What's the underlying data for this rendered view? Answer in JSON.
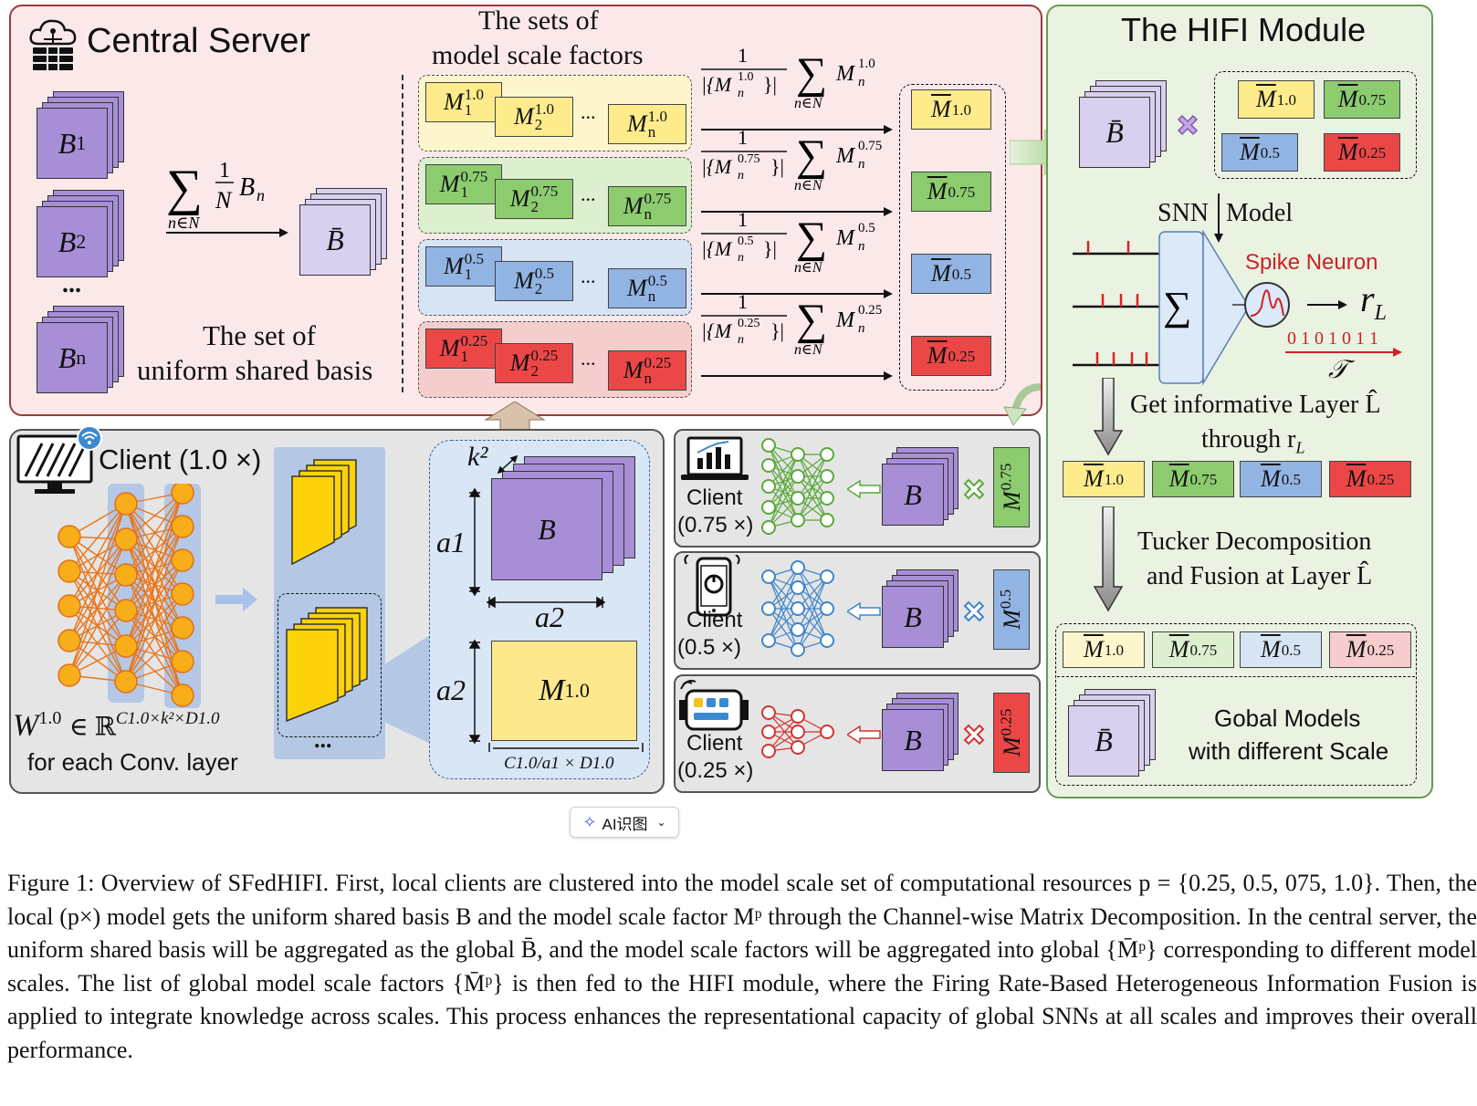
{
  "server": {
    "title": "Central Server",
    "basis_items": [
      "B",
      "B",
      "B"
    ],
    "basis_subs": [
      "1",
      "2",
      "n"
    ],
    "ellipsis": "...",
    "sum_expr": "∑ (1/N) Bn, n∈N",
    "sum_sub": "n∈N",
    "sum_frac_num": "1",
    "sum_frac_den": "N",
    "sum_term": "B",
    "sum_term_sub": "n",
    "basis_avg": "B̄",
    "basis_set_line1": "The set of",
    "basis_set_line2": "uniform shared basis",
    "scale_set_line1": "The sets of",
    "scale_set_line2": "model scale factors",
    "scale_rows": [
      {
        "scale": "1.0",
        "color": "#fdeb8c",
        "bg": "#fdf6cd",
        "agg": "M̄1.0"
      },
      {
        "scale": "0.75",
        "color": "#8ccc6f",
        "bg": "#dcefcf",
        "agg": "M̄0.75"
      },
      {
        "scale": "0.5",
        "color": "#92b4e3",
        "bg": "#d7e4f4",
        "agg": "M̄0.5"
      },
      {
        "scale": "0.25",
        "color": "#ec4747",
        "bg": "#f6cdcd",
        "agg": "M̄0.25"
      }
    ],
    "row_ellipsis": "...",
    "agg_frac_num": "1",
    "agg_sum_sub": "n∈N"
  },
  "hifi": {
    "title": "The HIFI Module",
    "basis": "B̄",
    "snn_label": "SNN",
    "model_label": "Model",
    "spike_neuron": "Spike Neuron",
    "output": "r",
    "output_sub": "L",
    "spike_bits": "0 1 0 1 0 1 1",
    "time_symbol": "𝒯",
    "step1_line1": "Get informative Layer L̂",
    "step1_line2": "through r",
    "step1_sub": "L",
    "step2_line1": "Tucker Decomposition",
    "step2_line2": "and Fusion at Layer L̂",
    "global_line1": "Gobal Models",
    "global_line2": "with different Scale",
    "factors": [
      {
        "sup": "1.0",
        "color": "#fdeb8c"
      },
      {
        "sup": "0.75",
        "color": "#8ccc6f"
      },
      {
        "sup": "0.5",
        "color": "#92b4e3"
      },
      {
        "sup": "0.25",
        "color": "#ec4747"
      }
    ],
    "fused_factors": [
      {
        "sup": "1.0",
        "color": "#fdf6cd"
      },
      {
        "sup": "0.75",
        "color": "#dcefcf"
      },
      {
        "sup": "0.5",
        "color": "#d7e4f4"
      },
      {
        "sup": "0.25",
        "color": "#f6cdcd"
      }
    ]
  },
  "client_main": {
    "label": "Client (1.0 ×)",
    "weight_line": "W",
    "weight_sup": "1.0",
    "weight_rest": "∈ ℝ",
    "weight_dims": "C1.0×k²×D1.0",
    "conv_note": "for each Conv. layer",
    "ellipsis": "...",
    "k2": "k²",
    "a1": "a1",
    "a2": "a2",
    "a2b": "a2",
    "basis": "B",
    "factor": "M",
    "factor_sup": "1.0",
    "factor_dims": "C1.0/a1 × D1.0"
  },
  "clients": [
    {
      "line1": "Client",
      "line2": "(0.75 ×)",
      "basis": "B",
      "factor_sup": "0.75",
      "color": "#8ccc6f",
      "net_color": "#5aa83a",
      "icon": "laptop-chart-icon"
    },
    {
      "line1": "Client",
      "line2": "(0.5 ×)",
      "basis": "B",
      "factor_sup": "0.5",
      "color": "#92b4e3",
      "net_color": "#3f86cc",
      "icon": "phone-icon"
    },
    {
      "line1": "Client",
      "line2": "(0.25 ×)",
      "basis": "B",
      "factor_sup": "0.25",
      "color": "#ec4747",
      "net_color": "#d43333",
      "icon": "smartwatch-icon"
    }
  ],
  "ai_button": {
    "label": "AI识图"
  },
  "caption": "Figure 1: Overview of SFedHIFI. First, local clients are clustered into the model scale set of computational resources p = {0.25, 0.5, 075, 1.0}. Then, the local (p×) model gets the uniform shared basis B and the model scale factor Mᵖ through the Channel-wise Matrix Decomposition. In the central server, the uniform shared basis will be aggregated as the global B̄, and the model scale factors will be aggregated into global {M̄ᵖ} corresponding to different model scales. The list of global model scale factors {M̄ᵖ} is then fed to the HIFI module, where the Firing Rate-Based Heterogeneous Information Fusion is applied to integrate knowledge across scales. This process enhances the representational capacity of global SNNs at all scales and improves their overall performance."
}
